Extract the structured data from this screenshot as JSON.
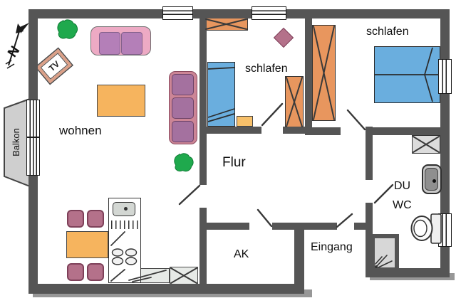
{
  "labels": {
    "wohnen": "wohnen",
    "schlafen_mid": "schlafen",
    "schlafen_right": "schlafen",
    "flur": "Flur",
    "ak": "AK",
    "eingang": "Eingang",
    "du": "DU",
    "wc": "WC",
    "balkon": "Balkon",
    "tv": "TV",
    "compass_north": "N"
  },
  "colors": {
    "wall": "#555555",
    "table_orange": "#f6b45e",
    "wardrobe_orange": "#e8965e",
    "sofa_frame_pink": "#edaac4",
    "sofa_cushion_purple": "#b47fb8",
    "armchair_rose": "#cc8596",
    "armchair_cushion": "#a4719f",
    "chair_mauve": "#b4718a",
    "bed_blue": "#6aaede",
    "plant_green": "#1fa94d",
    "fixture_grey": "#d9d9d9",
    "balcony_grey": "#cfcfcf"
  }
}
